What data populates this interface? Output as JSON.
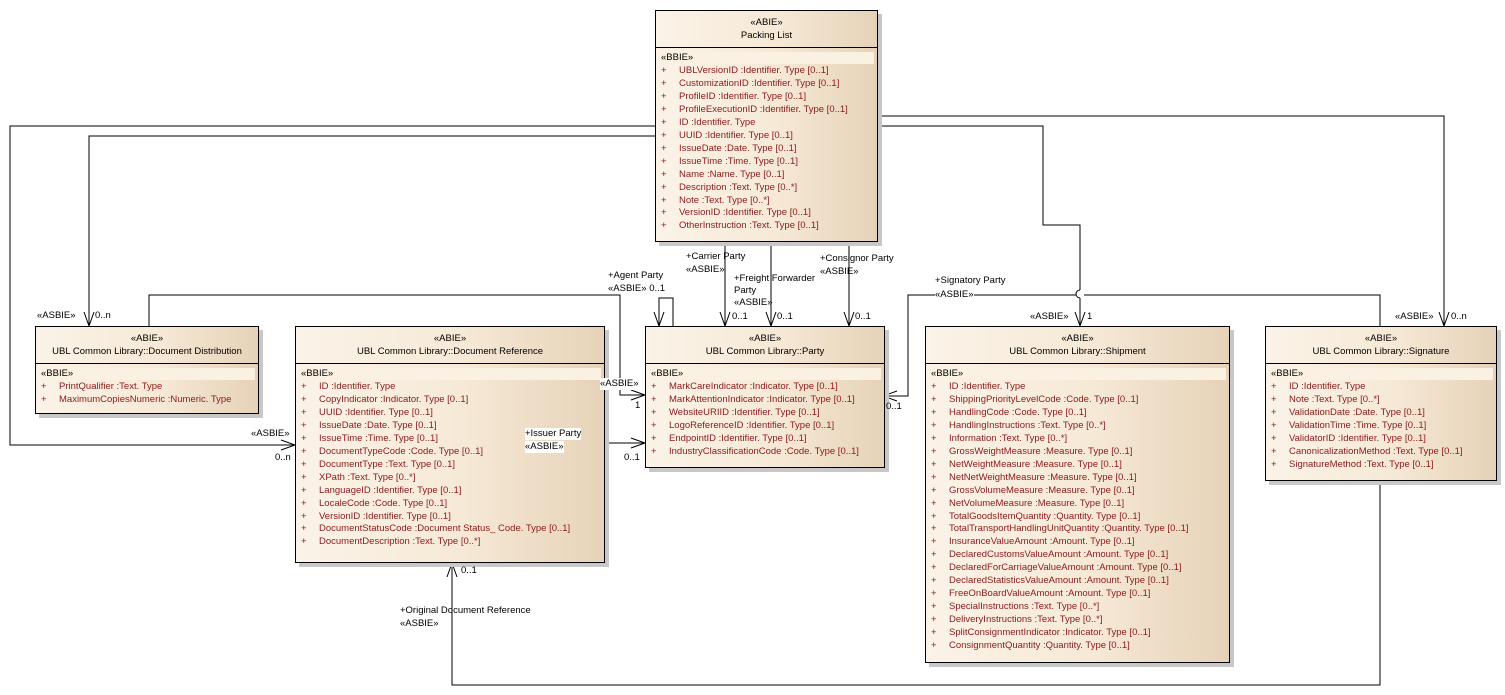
{
  "diagram": {
    "classes": [
      {
        "id": "packing-list",
        "stereotype": "«ABIE»",
        "name": "Packing List",
        "section": "«BBIE»",
        "attributes": [
          {
            "vis": "+",
            "text": "UBLVersionID  :Identifier. Type [0..1]"
          },
          {
            "vis": "+",
            "text": "CustomizationID  :Identifier. Type [0..1]"
          },
          {
            "vis": "+",
            "text": "ProfileID  :Identifier. Type [0..1]"
          },
          {
            "vis": "+",
            "text": "ProfileExecutionID  :Identifier. Type [0..1]"
          },
          {
            "vis": "+",
            "text": "ID  :Identifier. Type"
          },
          {
            "vis": "+",
            "text": "UUID  :Identifier. Type [0..1]"
          },
          {
            "vis": "+",
            "text": "IssueDate  :Date. Type [0..1]"
          },
          {
            "vis": "+",
            "text": "IssueTime  :Time. Type [0..1]"
          },
          {
            "vis": "+",
            "text": "Name  :Name. Type [0..1]"
          },
          {
            "vis": "+",
            "text": "Description  :Text. Type [0..*]"
          },
          {
            "vis": "+",
            "text": "Note  :Text. Type [0..*]"
          },
          {
            "vis": "+",
            "text": "VersionID  :Identifier. Type [0..1]"
          },
          {
            "vis": "+",
            "text": "OtherInstruction  :Text. Type [0..1]"
          }
        ]
      },
      {
        "id": "document-distribution",
        "stereotype": "«ABIE»",
        "name": "UBL Common Library::Document Distribution",
        "section": "«BBIE»",
        "attributes": [
          {
            "vis": "+",
            "text": "PrintQualifier  :Text. Type"
          },
          {
            "vis": "+",
            "text": "MaximumCopiesNumeric  :Numeric. Type"
          }
        ]
      },
      {
        "id": "document-reference",
        "stereotype": "«ABIE»",
        "name": "UBL Common Library::Document Reference",
        "section": "«BBIE»",
        "attributes": [
          {
            "vis": "+",
            "text": "ID  :Identifier. Type"
          },
          {
            "vis": "+",
            "text": "CopyIndicator  :Indicator. Type [0..1]"
          },
          {
            "vis": "+",
            "text": "UUID  :Identifier. Type [0..1]"
          },
          {
            "vis": "+",
            "text": "IssueDate  :Date. Type [0..1]"
          },
          {
            "vis": "+",
            "text": "IssueTime  :Time. Type [0..1]"
          },
          {
            "vis": "+",
            "text": "DocumentTypeCode  :Code. Type [0..1]"
          },
          {
            "vis": "+",
            "text": "DocumentType  :Text. Type [0..1]"
          },
          {
            "vis": "+",
            "text": "XPath  :Text. Type [0..*]"
          },
          {
            "vis": "+",
            "text": "LanguageID  :Identifier. Type [0..1]"
          },
          {
            "vis": "+",
            "text": "LocaleCode  :Code. Type [0..1]"
          },
          {
            "vis": "+",
            "text": "VersionID  :Identifier. Type [0..1]"
          },
          {
            "vis": "+",
            "text": "DocumentStatusCode  :Document Status_ Code. Type [0..1]"
          },
          {
            "vis": "+",
            "text": "DocumentDescription  :Text. Type [0..*]"
          }
        ]
      },
      {
        "id": "party",
        "stereotype": "«ABIE»",
        "name": "UBL Common Library::Party",
        "section": "«BBIE»",
        "attributes": [
          {
            "vis": "+",
            "text": "MarkCareIndicator  :Indicator. Type [0..1]"
          },
          {
            "vis": "+",
            "text": "MarkAttentionIndicator  :Indicator. Type [0..1]"
          },
          {
            "vis": "+",
            "text": "WebsiteURIID  :Identifier. Type [0..1]"
          },
          {
            "vis": "+",
            "text": "LogoReferenceID  :Identifier. Type [0..1]"
          },
          {
            "vis": "+",
            "text": "EndpointID  :Identifier. Type [0..1]"
          },
          {
            "vis": "+",
            "text": "IndustryClassificationCode  :Code. Type [0..1]"
          }
        ]
      },
      {
        "id": "shipment",
        "stereotype": "«ABIE»",
        "name": "UBL Common Library::Shipment",
        "section": "«BBIE»",
        "attributes": [
          {
            "vis": "+",
            "text": "ID  :Identifier. Type"
          },
          {
            "vis": "+",
            "text": "ShippingPriorityLevelCode  :Code. Type [0..1]"
          },
          {
            "vis": "+",
            "text": "HandlingCode  :Code. Type [0..1]"
          },
          {
            "vis": "+",
            "text": "HandlingInstructions  :Text. Type [0..*]"
          },
          {
            "vis": "+",
            "text": "Information  :Text. Type [0..*]"
          },
          {
            "vis": "+",
            "text": "GrossWeightMeasure  :Measure. Type [0..1]"
          },
          {
            "vis": "+",
            "text": "NetWeightMeasure  :Measure. Type [0..1]"
          },
          {
            "vis": "+",
            "text": "NetNetWeightMeasure  :Measure. Type [0..1]"
          },
          {
            "vis": "+",
            "text": "GrossVolumeMeasure  :Measure. Type [0..1]"
          },
          {
            "vis": "+",
            "text": "NetVolumeMeasure  :Measure. Type [0..1]"
          },
          {
            "vis": "+",
            "text": "TotalGoodsItemQuantity  :Quantity. Type [0..1]"
          },
          {
            "vis": "+",
            "text": "TotalTransportHandlingUnitQuantity  :Quantity. Type [0..1]"
          },
          {
            "vis": "+",
            "text": "InsuranceValueAmount  :Amount. Type [0..1]"
          },
          {
            "vis": "+",
            "text": "DeclaredCustomsValueAmount  :Amount. Type [0..1]"
          },
          {
            "vis": "+",
            "text": "DeclaredForCarriageValueAmount  :Amount. Type [0..1]"
          },
          {
            "vis": "+",
            "text": "DeclaredStatisticsValueAmount  :Amount. Type [0..1]"
          },
          {
            "vis": "+",
            "text": "FreeOnBoardValueAmount  :Amount. Type [0..1]"
          },
          {
            "vis": "+",
            "text": "SpecialInstructions  :Text. Type [0..*]"
          },
          {
            "vis": "+",
            "text": "DeliveryInstructions  :Text. Type [0..*]"
          },
          {
            "vis": "+",
            "text": "SplitConsignmentIndicator  :Indicator. Type [0..1]"
          },
          {
            "vis": "+",
            "text": "ConsignmentQuantity  :Quantity. Type [0..1]"
          }
        ]
      },
      {
        "id": "signature",
        "stereotype": "«ABIE»",
        "name": "UBL Common Library::Signature",
        "section": "«BBIE»",
        "attributes": [
          {
            "vis": "+",
            "text": "ID  :Identifier. Type"
          },
          {
            "vis": "+",
            "text": "Note  :Text. Type [0..*]"
          },
          {
            "vis": "+",
            "text": "ValidationDate  :Date. Type [0..1]"
          },
          {
            "vis": "+",
            "text": "ValidationTime  :Time. Type [0..1]"
          },
          {
            "vis": "+",
            "text": "ValidatorID  :Identifier. Type [0..1]"
          },
          {
            "vis": "+",
            "text": "CanonicalizationMethod  :Text. Type [0..1]"
          },
          {
            "vis": "+",
            "text": "SignatureMethod  :Text. Type [0..1]"
          }
        ]
      }
    ],
    "associations": {
      "doc_distribution": {
        "stereotype": "«ASBIE»",
        "multiplicity": "0..n"
      },
      "doc_reference": {
        "stereotype": "«ASBIE»",
        "multiplicity": "0..n"
      },
      "agent_party": {
        "role": "+Agent Party",
        "stereotype": "«ASBIE» 0..1"
      },
      "carrier_party": {
        "role": "+Carrier Party",
        "stereotype": "«ASBIE»",
        "multiplicity": "0..1"
      },
      "freight_forwarder": {
        "role_line1": "+Freight Forwarder",
        "role_line2": "Party",
        "stereotype": "«ASBIE»",
        "multiplicity": "0..1"
      },
      "consignor_party": {
        "role": "+Consignor Party",
        "stereotype": "«ASBIE»",
        "multiplicity": "0..1"
      },
      "signatory_party": {
        "role": "+Signatory Party",
        "stereotype": "«ASBIE»",
        "multiplicity": "0..1"
      },
      "shipment": {
        "stereotype": "«ASBIE»",
        "multiplicity": "1"
      },
      "signature": {
        "stereotype": "«ASBIE»",
        "multiplicity": "0..n"
      },
      "party_left": {
        "stereotype": "«ASBIE»",
        "multiplicity": "1"
      },
      "issuer_party": {
        "role": "+Issuer Party",
        "stereotype": "«ASBIE»",
        "multiplicity": "0..1"
      },
      "original_doc_ref": {
        "role": "+Original Document Reference",
        "stereotype": "«ASBIE»",
        "multiplicity": "0..1"
      }
    },
    "colors": {
      "line": "#000000",
      "attribute_text": "#8b1a1a",
      "class_fill_light": "#fbf3e8",
      "class_fill_dark": "#e6d2b8",
      "shadow": "#c8c8c8"
    }
  }
}
